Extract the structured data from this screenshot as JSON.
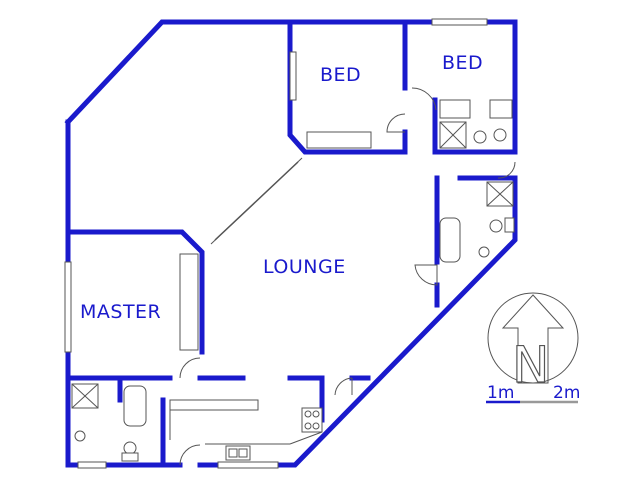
{
  "rooms": {
    "bed1": "BED",
    "bed2": "BED",
    "lounge": "LOUNGE",
    "master": "MASTER"
  },
  "compass": {
    "letter": "N"
  },
  "scale": {
    "left_label": "1m",
    "right_label": "2m"
  },
  "colors": {
    "wall": "#1a1acc",
    "fixture": "#555555",
    "scale_grey": "#999999"
  }
}
